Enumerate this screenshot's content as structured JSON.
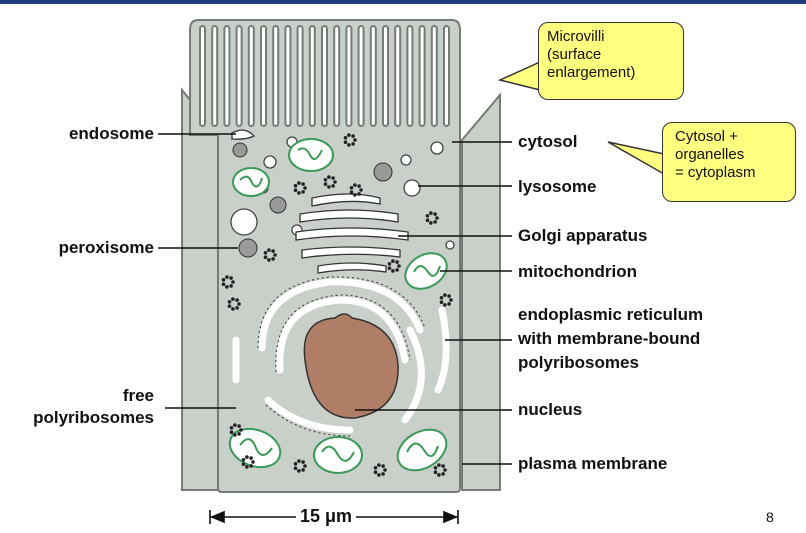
{
  "labels_left": {
    "endosome": "endosome",
    "peroxisome": "peroxisome",
    "free_line1": "free",
    "free_line2": "polyribosomes"
  },
  "labels_right": {
    "cytosol": "cytosol",
    "lysosome": "lysosome",
    "golgi": "Golgi apparatus",
    "mitochondrion": "mitochondrion",
    "er_line1": "endoplasmic reticulum",
    "er_line2": "with membrane-bound",
    "er_line3": "polyribosomes",
    "nucleus": "nucleus",
    "plasma_membrane": "plasma membrane"
  },
  "callouts": {
    "microvilli": [
      "Microvilli",
      "(surface",
      "enlargement)"
    ],
    "cytoplasm": [
      "Cytosol +",
      "organelles",
      "= cytoplasm"
    ]
  },
  "scale_bar": "15 μm",
  "page_number": "8",
  "colors": {
    "cell_fill": "#c9cfc9",
    "membrane": "#777b77",
    "nucleus": "#b07d67",
    "mito_stroke": "#3a9a58",
    "callout_fill": "#ffff80",
    "header_bar": "#1f3f7a"
  }
}
